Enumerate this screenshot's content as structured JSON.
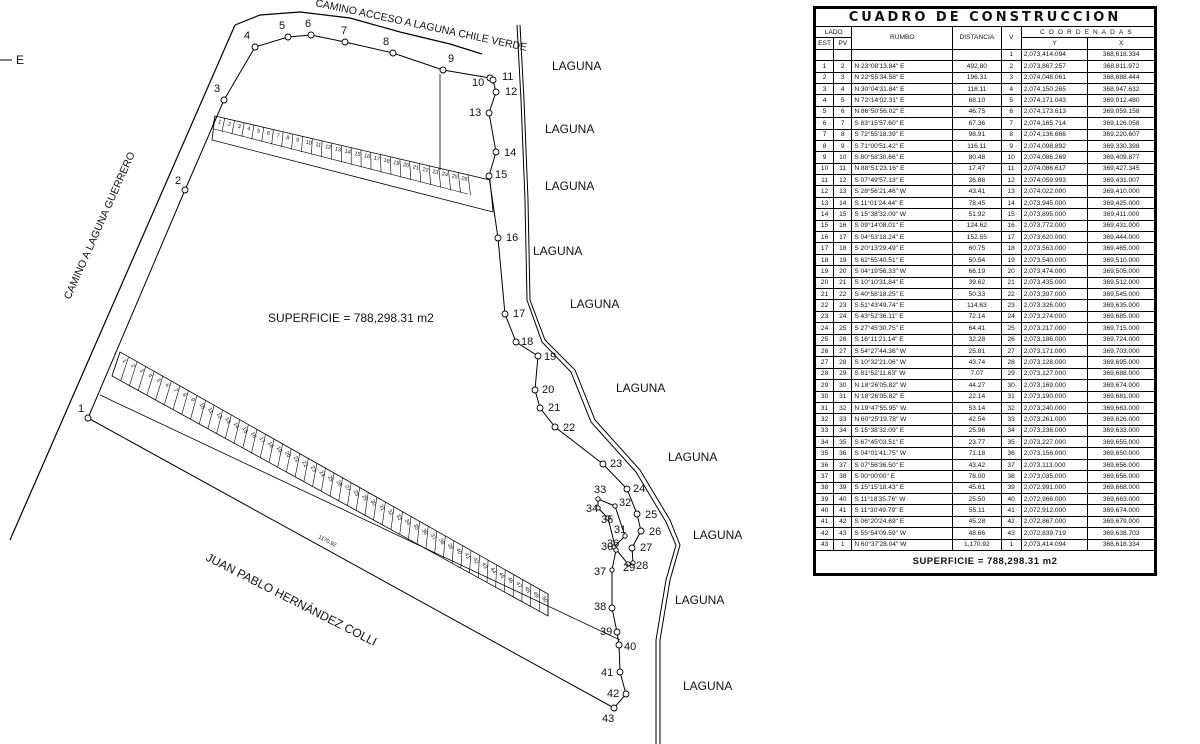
{
  "plan": {
    "left_marker": "E",
    "road_top": "CAMINO ACCESO A LAGUNA CHILE VERDE",
    "road_left": "CAMINO A LAGUNA GUERRERO",
    "owner": "JUAN PABLO HERNÁNDEZ COLLI",
    "small_dimension": "1170.92",
    "area_label": "SUPERFICIE = 788,298.31 m2",
    "laguna": "LAGUNA",
    "vertex_labels": [
      "1",
      "2",
      "3",
      "4",
      "5",
      "6",
      "7",
      "8",
      "9",
      "10",
      "11",
      "12",
      "13",
      "14",
      "15",
      "16",
      "17",
      "18",
      "19",
      "20",
      "21",
      "22",
      "23",
      "24",
      "25",
      "26",
      "27",
      "28",
      "29",
      "30",
      "31",
      "32",
      "33",
      "34",
      "35",
      "36",
      "37",
      "38",
      "39",
      "40",
      "41",
      "42",
      "43"
    ]
  },
  "table": {
    "title": "CUADRO DE CONSTRUCCION",
    "lado": "LADO",
    "est": "EST",
    "pv": "PV",
    "rumbo": "RUMBO",
    "distancia": "DISTANCIA",
    "v": "V",
    "coordenadas": "COORDENADAS",
    "y": "Y",
    "x": "X",
    "first_row": {
      "v": "1",
      "y": "2,073,414.094",
      "x": "368,618.334"
    },
    "rows": [
      [
        "1",
        "2",
        "N 23°08'13.84\" E",
        "492.80",
        "2",
        "2,073,867.257",
        "368,811.972"
      ],
      [
        "2",
        "3",
        "N 22°55'34.58\" E",
        "196.31",
        "3",
        "2,074,048.061",
        "368,888.444"
      ],
      [
        "3",
        "4",
        "N 30°04'31.84\" E",
        "118.11",
        "4",
        "2,074,150.265",
        "368,947.632"
      ],
      [
        "4",
        "5",
        "N 72°14'02.31\" E",
        "68.10",
        "5",
        "2,074,171.043",
        "369,012.480"
      ],
      [
        "5",
        "6",
        "N 86°50'56.02\" E",
        "46.75",
        "6",
        "2,074,173.613",
        "369,059.158"
      ],
      [
        "6",
        "7",
        "S 83°15'57.60\" E",
        "67.36",
        "7",
        "2,074,165.714",
        "369,126.058"
      ],
      [
        "7",
        "8",
        "S 72°55'18.39\" E",
        "98.91",
        "8",
        "2,074,136.666",
        "369,220.607"
      ],
      [
        "8",
        "9",
        "S 71°00'51.42\" E",
        "116.11",
        "9",
        "2,074,098.892",
        "369,330.398"
      ],
      [
        "9",
        "10",
        "S 80°58'30.66\" E",
        "80.48",
        "10",
        "2,074,086.269",
        "369,409.877"
      ],
      [
        "10",
        "11",
        "N 88°51'23.16\" E",
        "17.47",
        "11",
        "2,074,086.617",
        "369,427.345"
      ],
      [
        "11",
        "12",
        "S 07°49'57.13\" E",
        "26.88",
        "12",
        "2,074,059.993",
        "369,431.007"
      ],
      [
        "12",
        "13",
        "S 28°56'21.46\" W",
        "43.41",
        "13",
        "2,074,022.000",
        "369,410.000"
      ],
      [
        "13",
        "14",
        "S 11°01'24.44\" E",
        "78.45",
        "14",
        "2,073,945.000",
        "369,425.000"
      ],
      [
        "14",
        "15",
        "S 15°38'32.09\" W",
        "51.92",
        "15",
        "2,073,895.000",
        "369,411.000"
      ],
      [
        "15",
        "16",
        "S 09°14'08.01\" E",
        "124.62",
        "16",
        "2,073,772.000",
        "369,431.000"
      ],
      [
        "16",
        "17",
        "S 04°53'18.24\" E",
        "152.55",
        "17",
        "2,073,620.000",
        "369,444.000"
      ],
      [
        "17",
        "18",
        "S 20°13'29.49\" E",
        "60.75",
        "18",
        "2,073,563.000",
        "369,465.000"
      ],
      [
        "18",
        "19",
        "S 62°55'40.51\" E",
        "50.54",
        "19",
        "2,073,540.000",
        "369,510.000"
      ],
      [
        "19",
        "20",
        "S 04°19'56.33\" W",
        "66.19",
        "20",
        "2,073,474.000",
        "369,505.000"
      ],
      [
        "20",
        "21",
        "S 10°10'31.84\" E",
        "39.62",
        "21",
        "2,073,435.000",
        "369,512.000"
      ],
      [
        "21",
        "22",
        "S 40°58'18.25\" E",
        "50.33",
        "22",
        "2,073,397.000",
        "369,545.000"
      ],
      [
        "22",
        "23",
        "S 51°43'49.74\" E",
        "114.63",
        "23",
        "2,073,326.000",
        "369,635.000"
      ],
      [
        "23",
        "24",
        "S 43°52'36.11\" E",
        "72.14",
        "24",
        "2,073,274.000",
        "369,685.000"
      ],
      [
        "24",
        "25",
        "S 27°45'30.75\" E",
        "64.41",
        "25",
        "2,073,217.000",
        "369,715.000"
      ],
      [
        "25",
        "26",
        "S 16°11'21.14\" E",
        "32.28",
        "26",
        "2,073,186.000",
        "369,724.000"
      ],
      [
        "26",
        "27",
        "S 54°27'44.36\" W",
        "25.81",
        "27",
        "2,073,171.000",
        "369,703.000"
      ],
      [
        "27",
        "28",
        "S 10°32'21.06\" W",
        "43.74",
        "28",
        "2,073,128.000",
        "369,695.000"
      ],
      [
        "28",
        "29",
        "S 81°52'11.63\" W",
        "7.07",
        "29",
        "2,073,127.000",
        "369,688.000"
      ],
      [
        "29",
        "30",
        "N 18°26'05.82\" W",
        "44.27",
        "30",
        "2,073,169.000",
        "369,674.000"
      ],
      [
        "30",
        "31",
        "N 18°26'05.82\" E",
        "22.14",
        "31",
        "2,073,190.000",
        "369,681.000"
      ],
      [
        "31",
        "32",
        "N 19°47'55.95\" W",
        "53.14",
        "32",
        "2,073,240.000",
        "369,663.000"
      ],
      [
        "32",
        "33",
        "N 60°25'19.78\" W",
        "42.54",
        "33",
        "2,073,261.000",
        "369,626.000"
      ],
      [
        "33",
        "34",
        "S 15°38'32.09\" E",
        "25.96",
        "34",
        "2,073,236.000",
        "369,633.000"
      ],
      [
        "34",
        "35",
        "S 67°45'03.51\" E",
        "23.77",
        "35",
        "2,073,227.000",
        "369,655.000"
      ],
      [
        "35",
        "36",
        "S 04°01'41.75\" W",
        "71.18",
        "36",
        "2,073,156.000",
        "369,650.000"
      ],
      [
        "36",
        "37",
        "S 07°56'36.50\" E",
        "43.42",
        "37",
        "2,073,113.000",
        "369,656.000"
      ],
      [
        "37",
        "38",
        "S 00°00'00\" E",
        "78.00",
        "38",
        "2,073,035.000",
        "369,656.000"
      ],
      [
        "38",
        "39",
        "S 15°15'18.43\" E",
        "45.61",
        "39",
        "2,072,991.000",
        "369,668.000"
      ],
      [
        "39",
        "40",
        "S 11°18'35.76\" W",
        "25.50",
        "40",
        "2,072,966.000",
        "369,663.000"
      ],
      [
        "40",
        "41",
        "S 11°30'49.79\" E",
        "55.11",
        "41",
        "2,072,912.000",
        "369,674.000"
      ],
      [
        "41",
        "42",
        "S 06°20'24.69\" E",
        "45.28",
        "42",
        "2,072,867.000",
        "369,679.000"
      ],
      [
        "42",
        "43",
        "S 55°54'09.59\" W",
        "48.66",
        "43",
        "2,072,839.719",
        "369,638.703"
      ],
      [
        "43",
        "1",
        "N 60°37'28.04\" W",
        "1,170.92",
        "1",
        "2,073,414.094",
        "368,618.334"
      ]
    ],
    "superficie": "SUPERFICIE = 788,298.31 m2"
  }
}
